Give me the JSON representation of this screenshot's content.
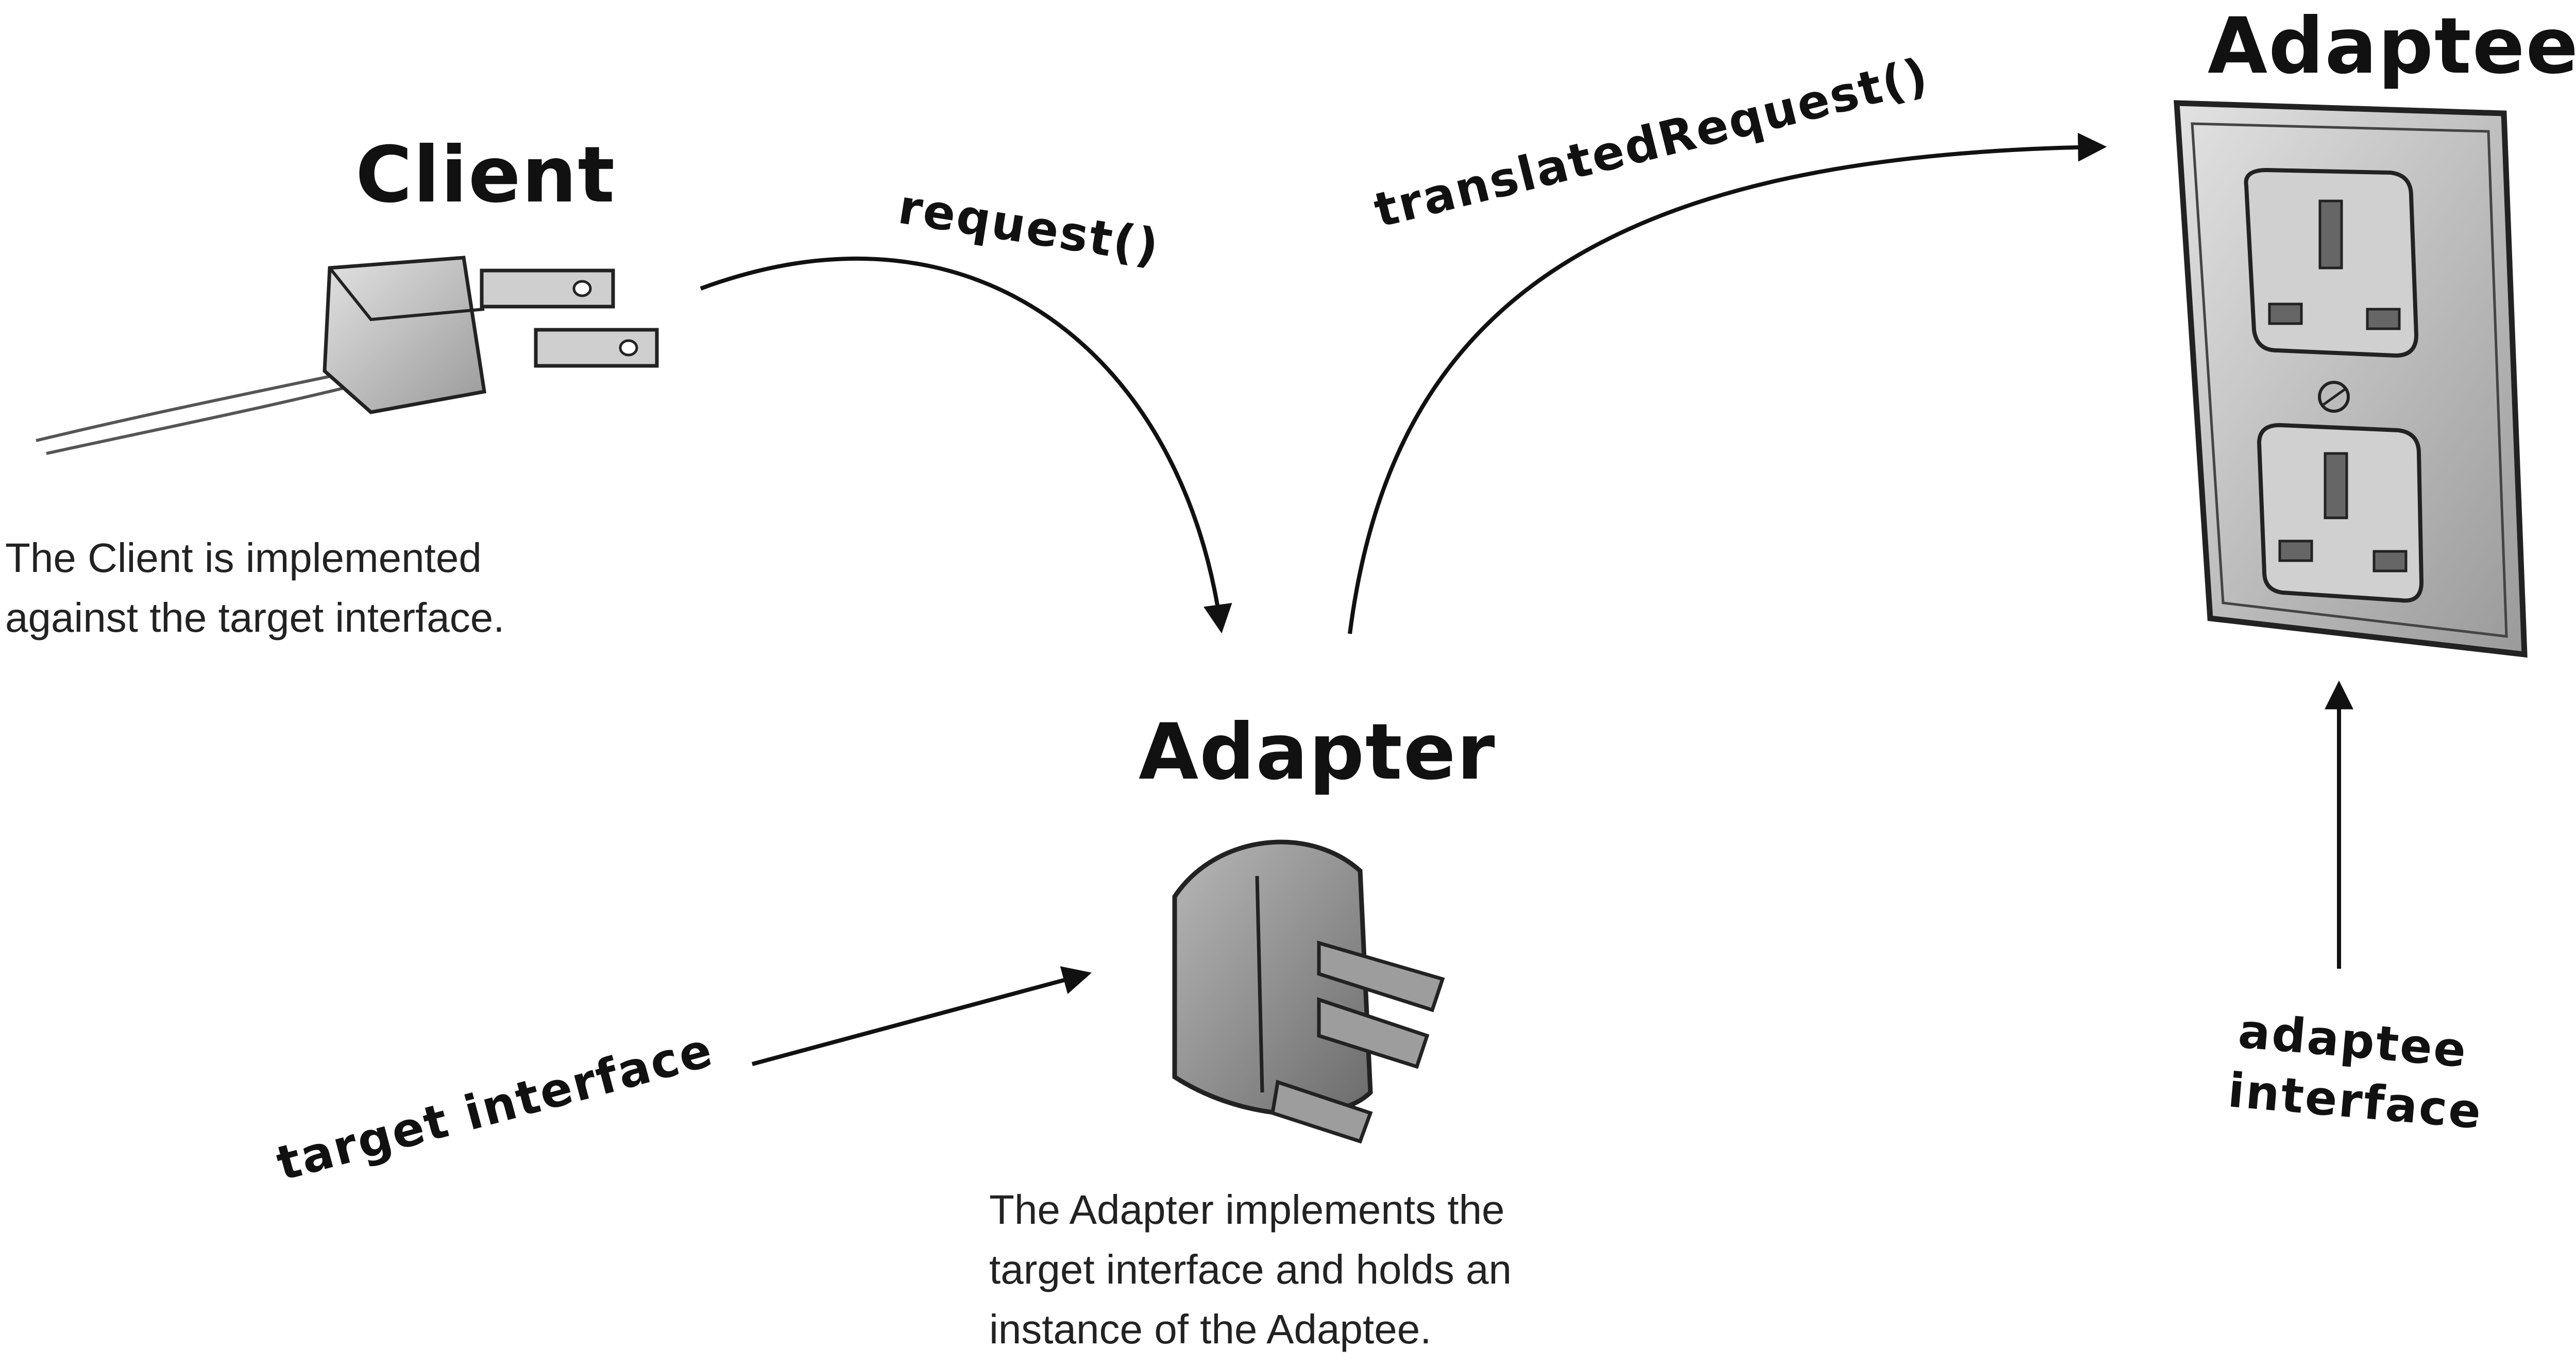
{
  "titles": {
    "client": "Client",
    "adapter": "Adapter",
    "adaptee": "Adaptee"
  },
  "labels": {
    "request": "request()",
    "translated_request": "translatedRequest()",
    "target_interface": "target interface",
    "adaptee_interface_line1": "adaptee",
    "adaptee_interface_line2": "interface"
  },
  "notes": {
    "client_note": "The Client is implemented\nagainst the target interface.",
    "adapter_note": "The Adapter implements the\ntarget interface and holds an\ninstance of the Adaptee."
  },
  "icons": {
    "client": "two-prong-plug-icon",
    "adapter": "three-prong-adapter-icon",
    "adaptee": "wall-socket-icon"
  }
}
